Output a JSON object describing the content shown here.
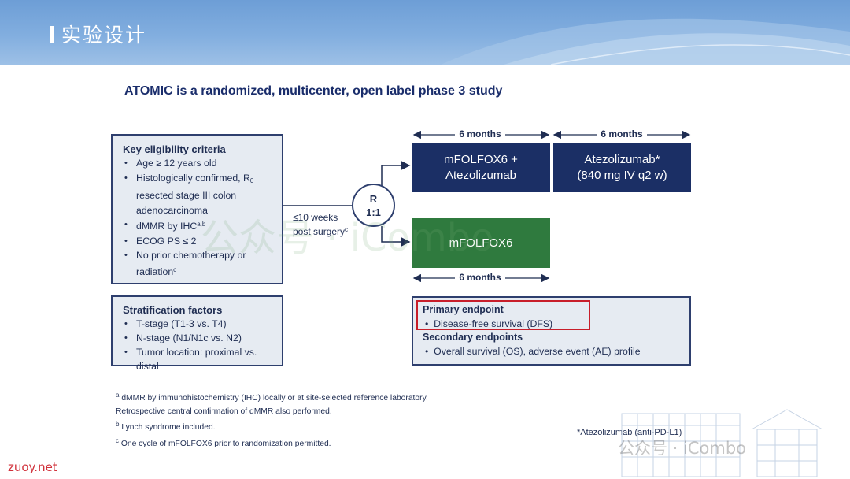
{
  "header": {
    "title": "实验设计"
  },
  "slide": {
    "title": "ATOMIC is a randomized, multicenter, open label phase 3 study"
  },
  "eligibility": {
    "heading": "Key eligibility criteria",
    "items": {
      "age": "Age ≥ 12 years old",
      "histo_a": "Histologically confirmed, R",
      "histo_sub": "0",
      "histo_b": "resected stage III colon adenocarcinoma",
      "dmmr": "dMMR by IHC",
      "dmmr_sup": "a,b",
      "ecog": "ECOG PS ≤ 2",
      "prior": "No prior chemotherapy or radiation",
      "prior_sup": "c"
    }
  },
  "stratification": {
    "heading": "Stratification factors",
    "items": [
      "T-stage (T1-3 vs. T4)",
      "N-stage (N1/N1c vs. N2)",
      "Tumor location: proximal vs. distal"
    ]
  },
  "randomization": {
    "line1": "R",
    "line2": "1:1"
  },
  "timing": {
    "line1": "≤10 weeks",
    "line2": "post surgery",
    "sup": "c"
  },
  "durations": {
    "top_left": "6 months",
    "top_right": "6 months",
    "bottom": "6 months"
  },
  "arms": {
    "combo_line1": "mFOLFOX6 +",
    "combo_line2": "Atezolizumab",
    "maint_line1": "Atezolizumab*",
    "maint_line2": "(840 mg IV q2 w)",
    "control": "mFOLFOX6"
  },
  "endpoints": {
    "primary_heading": "Primary endpoint",
    "primary_item": "Disease-free survival (DFS)",
    "secondary_heading": "Secondary endpoints",
    "secondary_item": "Overall survival (OS), adverse event (AE) profile"
  },
  "footnotes": {
    "a_mark": "a",
    "a_text": " dMMR by immunohistochemistry (IHC) locally or at site-selected reference laboratory.",
    "a_text2": "Retrospective central confirmation of dMMR also performed.",
    "b_mark": "b",
    "b_text": " Lynch syndrome included.",
    "c_mark": "c",
    "c_text": " One cycle of mFOLFOX6 prior to randomization permitted.",
    "drug_note": "*Atezolizumab (anti-PD-L1)"
  },
  "watermark": {
    "center": "公众号 · iCombo",
    "corner": "公众号 · iCombo",
    "site": "zuoy.net"
  },
  "colors": {
    "navy": "#1b2f65",
    "green": "#2f7a3e",
    "highlight": "#c81e2a",
    "box_fill": "#e6ebf2"
  }
}
